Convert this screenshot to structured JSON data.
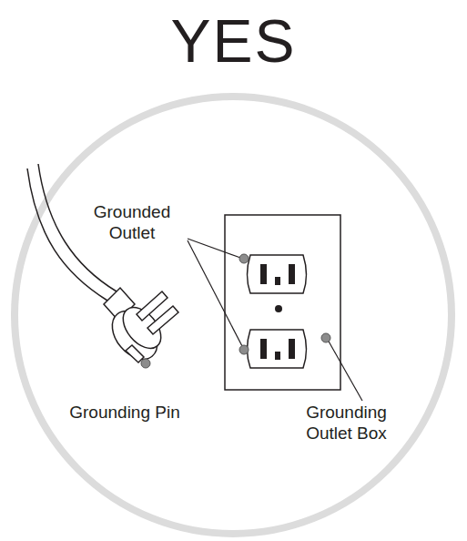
{
  "diagram": {
    "title": "YES",
    "labels": [
      "Grounded Outlet",
      "Grounding Pin",
      "Grounding Outlet Box"
    ]
  }
}
